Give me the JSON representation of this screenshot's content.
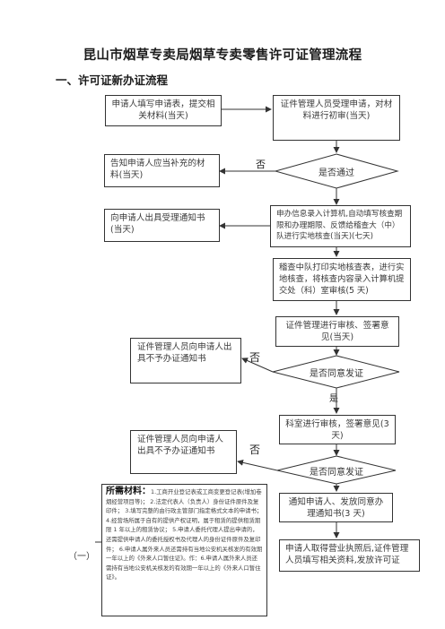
{
  "document": {
    "title": "昆山市烟草专卖局烟草专卖零售许可证管理流程",
    "section_heading": "一、许可证新办证流程"
  },
  "flow": {
    "apply": "申请人填写申请表，提交相关材料(当天)",
    "receive_review": "证件管理人员受理申请，对材料进行初审(当天)",
    "notify_supplement": "告知申请人应当补充的材料(当天)",
    "decision_pass": "是否通过",
    "no_label_1": "否",
    "issue_acceptance": "向申请人出具受理通知书(当天)",
    "enter_system": "申办信息录入计算机,自动填写核查期限和办理期限、反馈给稽查大（中）队进行实地核查(当天)(七天)",
    "inspection": "稽查中队打印实地核查表，进行实地核查，将核查内容录入计算机提交处（科）室审核(5 天)",
    "cert_review": "证件管理进行审核、签署意见(当天)",
    "refuse_notice_1": "证件管理人员向申请人出具不予办证通知书",
    "no_label_2": "否",
    "decision_agree_1": "是否同意发证",
    "yes_label": "是",
    "dept_review": "科室进行审核，签署意见(3 天)",
    "refuse_notice_2": "证件管理人员向申请人出具不予办证通知书",
    "no_label_3": "否",
    "decision_agree_2": "是否同意发证",
    "notify_issue": "通知申请人、发放同意办理通知书(3 天)",
    "final_step": "申请人取得营业执照后,证件管理人员填写相关资料,发放许可证"
  },
  "materials": {
    "heading": "所需材料：",
    "body": "1.工商开业登记表或工商变更登记表(增加卷烟经营项目等)； 2.法定代表人（负责人）身份证件原件及复印件； 3.填写完整的由行政主管部门指定格式文本的申请书； 4.经营场所属于自有的提供产权证明，属于租赁的提供租赁期限 1 年以上的租赁协议； 5.申请人委托代理人提出申请的，还需提供申请人的委托授权书及代理人的身份证件原件及复印件； 6.申请人属外来人员还需持有当地公安机关核发的有效期一年以上的《外来人口暂住证》。作：6.申请人属外来人员还需持有当地公安机关核发的有效期一年以上的《外来人口暂住证》。"
  },
  "side_note": "（一）"
}
